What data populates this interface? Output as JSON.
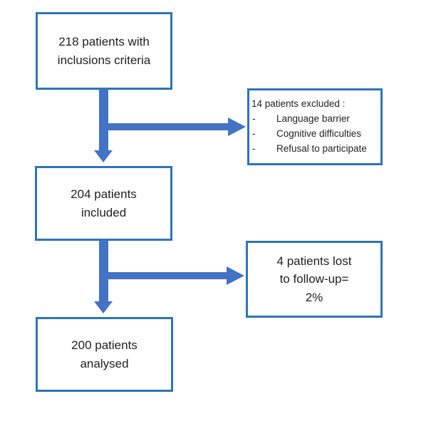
{
  "flowchart": {
    "colors": {
      "box_border": "#2E75B6",
      "arrow": "#4472C4",
      "text": "#1F1F1F",
      "background": "#FFFFFF"
    },
    "boxes": {
      "inclusion": {
        "line1": "218 patients with",
        "line2": "inclusions criteria"
      },
      "excluded": {
        "title": "14 patients excluded :",
        "bullet": "-",
        "items": [
          "Language barrier",
          "Cognitive difficulties",
          "Refusal to participate"
        ]
      },
      "included": {
        "line1": "204 patients",
        "line2": "included"
      },
      "lost": {
        "line1": "4 patients lost",
        "line2": "to follow-up=",
        "line3": "2%"
      },
      "analysed": {
        "line1": "200 patients",
        "line2": "analysed"
      }
    }
  }
}
